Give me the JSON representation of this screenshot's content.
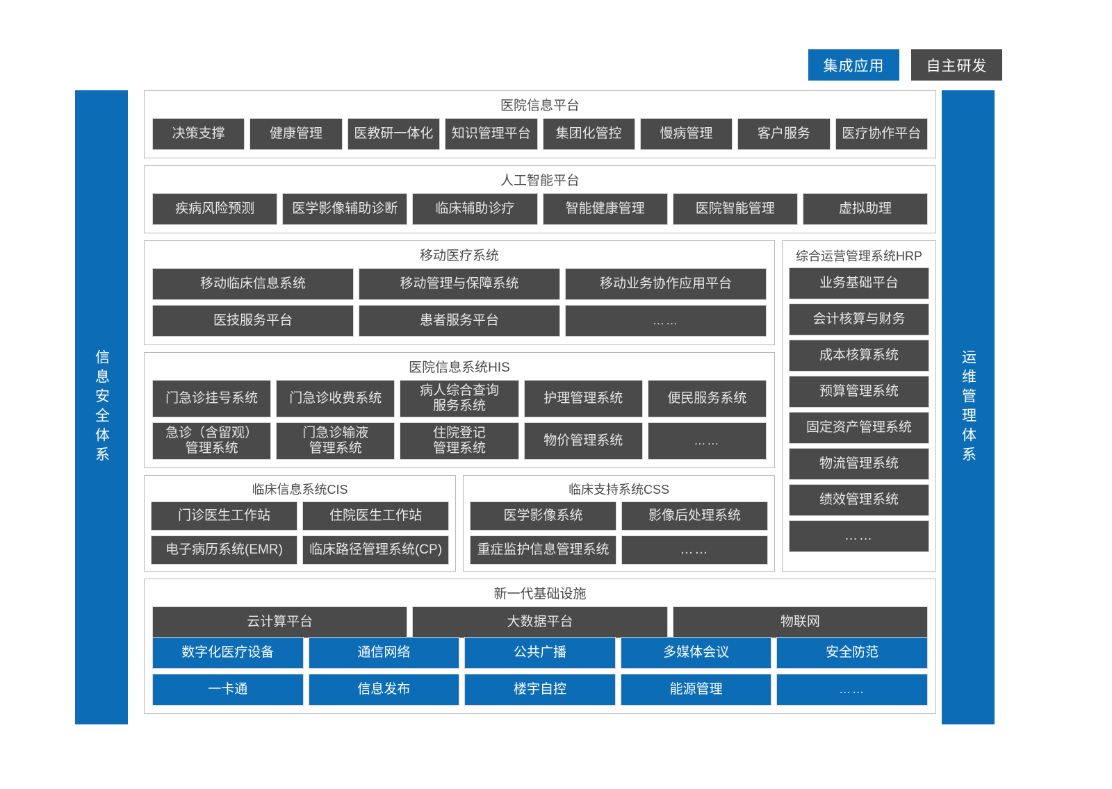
{
  "legend": {
    "items": [
      {
        "label": "集成应用",
        "color": "#0c6cb5",
        "name": "integrated-application"
      },
      {
        "label": "自主研发",
        "color": "#4a4a4a",
        "name": "self-developed"
      }
    ]
  },
  "sidebars": {
    "left": {
      "label": "信息安全体系"
    },
    "right": {
      "label": "运维管理体系"
    }
  },
  "sections": {
    "hospital_platform": {
      "title": "医院信息平台",
      "items": [
        "决策支撑",
        "健康管理",
        "医教研一体化",
        "知识管理平台",
        "集团化管控",
        "慢病管理",
        "客户服务",
        "医疗协作平台"
      ]
    },
    "ai_platform": {
      "title": "人工智能平台",
      "items": [
        "疾病风险预测",
        "医学影像辅助诊断",
        "临床辅助诊疗",
        "智能健康管理",
        "医院智能管理",
        "虚拟助理"
      ]
    },
    "mobile_medical": {
      "title": "移动医疗系统",
      "rows": [
        [
          "移动临床信息系统",
          "移动管理与保障系统",
          "移动业务协作应用平台"
        ],
        [
          "医技服务平台",
          "患者服务平台",
          "……"
        ]
      ]
    },
    "hrp": {
      "title": "综合运营管理系统HRP",
      "items": [
        "业务基础平台",
        "会计核算与财务",
        "成本核算系统",
        "预算管理系统",
        "固定资产管理系统",
        "物流管理系统",
        "绩效管理系统",
        "……"
      ]
    },
    "his": {
      "title": "医院信息系统HIS",
      "rows": [
        [
          "门急诊挂号系统",
          "门急诊收费系统",
          "病人综合查询\n服务系统",
          "护理管理系统",
          "便民服务系统"
        ],
        [
          "急诊（含留观）\n管理系统",
          "门急诊输液\n管理系统",
          "住院登记\n管理系统",
          "物价管理系统",
          "……"
        ]
      ]
    },
    "cis": {
      "title": "临床信息系统CIS",
      "rows": [
        [
          "门诊医生工作站",
          "住院医生工作站"
        ],
        [
          "电子病历系统(EMR)",
          "临床路径管理系统(CP)"
        ]
      ]
    },
    "css": {
      "title": "临床支持系统CSS",
      "rows": [
        [
          "医学影像系统",
          "影像后处理系统"
        ],
        [
          "重症监护信息管理系统",
          "……"
        ]
      ]
    },
    "infrastructure": {
      "title": "新一代基础设施",
      "platform_row": [
        "云计算平台",
        "大数据平台",
        "物联网"
      ],
      "blue_rows": [
        [
          "数字化医疗设备",
          "通信网络",
          "公共广播",
          "多媒体会议",
          "安全防范"
        ],
        [
          "一卡通",
          "信息发布",
          "楼宇自控",
          "能源管理",
          "……"
        ]
      ]
    }
  }
}
